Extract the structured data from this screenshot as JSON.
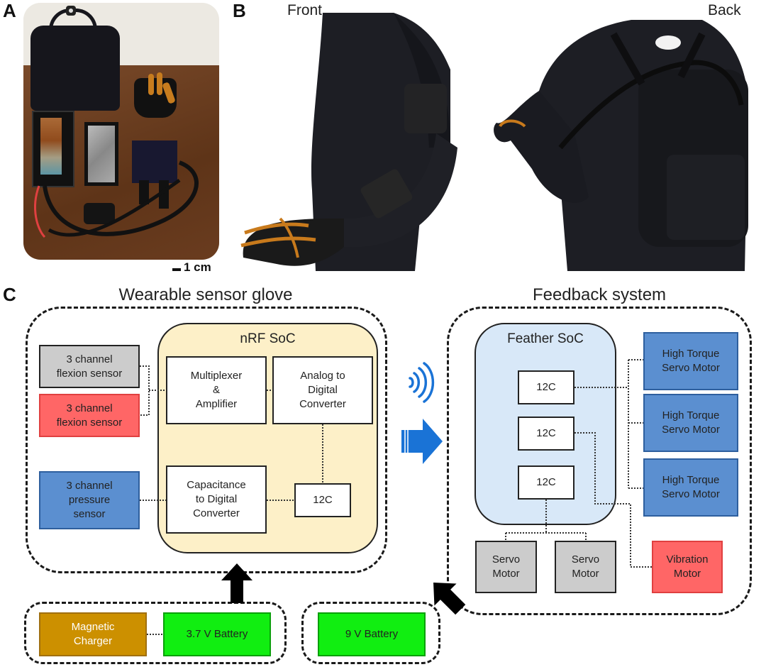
{
  "panels": {
    "a": {
      "letter": "A",
      "scale_bar": "1 cm",
      "photo_content": "backpack, sensor glove, electronics box, battery pack, wrist band, cable harness on a wooden table"
    },
    "b": {
      "letter": "B",
      "front_label": "Front",
      "back_label": "Back",
      "photo_content": "person wearing black shirt with sensor glove and backpack, front and back views"
    },
    "c": {
      "letter": "C"
    }
  },
  "diagram": {
    "glove_group": {
      "title": "Wearable sensor glove",
      "soc": {
        "title": "nRF SoC",
        "blocks": {
          "mux": "Multiplexer\n&\nAmplifier",
          "adc": "Analog to\nDigital\nConverter",
          "cdc": "Capacitance\nto Digital\nConverter",
          "i2c": "12C"
        }
      },
      "sensors": [
        {
          "label": "3 channel\nflexion sensor",
          "color": "#cccccc"
        },
        {
          "label": "3 channel\nflexion sensor",
          "color": "#ff6666"
        },
        {
          "label": "3 channel\npressure\nsensor",
          "color": "#5b8fd0"
        }
      ]
    },
    "feedback_group": {
      "title": "Feedback system",
      "soc": {
        "title": "Feather SoC",
        "blocks": [
          "12C",
          "12C",
          "12C"
        ]
      },
      "high_torque_motors": [
        {
          "label": "High Torque\nServo Motor",
          "color": "#5b8fd0"
        },
        {
          "label": "High Torque\nServo Motor",
          "color": "#5b8fd0"
        },
        {
          "label": "High Torque\nServo Motor",
          "color": "#5b8fd0"
        }
      ],
      "servo_motors": [
        {
          "label": "Servo\nMotor",
          "color": "#cccccc"
        },
        {
          "label": "Servo\nMotor",
          "color": "#cccccc"
        }
      ],
      "vibration_motor": {
        "label": "Vibration\nMotor",
        "color": "#ff6666"
      }
    },
    "power": {
      "glove_power": [
        {
          "label": "Magnetic\nCharger",
          "color": "#cc9000",
          "text_color": "#ffffff"
        },
        {
          "label": "3.7 V Battery",
          "color": "#11ee11",
          "text_color": "#222222"
        }
      ],
      "feedback_power": [
        {
          "label": "9 V Battery",
          "color": "#11ee11",
          "text_color": "#222222"
        }
      ]
    },
    "colors": {
      "nrf_soc_fill": "#fdf0c8",
      "feather_soc_fill": "#d8e8f8",
      "wireless_accent": "#1a73d6"
    },
    "wireless_icon": "wifi-signal-icon",
    "transfer_arrow_icon": "right-arrow-icon"
  }
}
